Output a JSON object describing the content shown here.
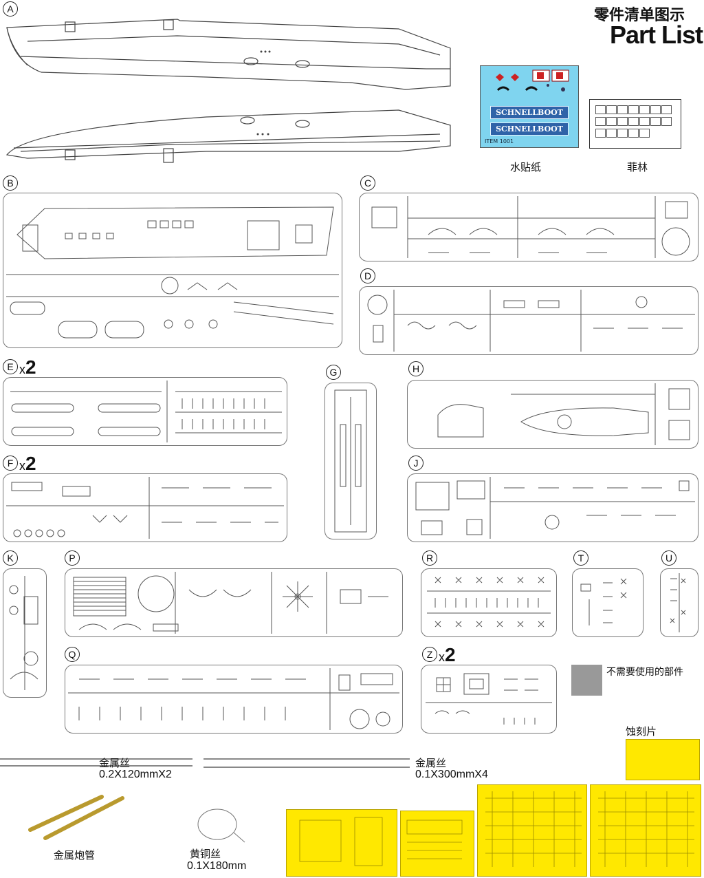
{
  "header": {
    "title_cn": "零件清单图示",
    "title_en": "Part List"
  },
  "sprues": {
    "a": "A",
    "b": "B",
    "c": "C",
    "d": "D",
    "e": "E",
    "e_mult": "2",
    "f": "F",
    "f_mult": "2",
    "g": "G",
    "h": "H",
    "j": "J",
    "k": "K",
    "p": "P",
    "q": "Q",
    "r": "R",
    "t": "T",
    "u": "U",
    "z": "Z",
    "z_mult": "2",
    "mult_prefix": "x"
  },
  "decal": {
    "label": "水贴纸",
    "band_1": "SCHNELLBOOT",
    "band_2": "SCHNELLBOOT",
    "item_code": "ITEM 1001"
  },
  "film": {
    "label": "菲林"
  },
  "legend": {
    "not_used": "不需要使用的部件"
  },
  "photo_etch": {
    "label": "蚀刻片"
  },
  "metal_wire_1": {
    "label": "金属丝",
    "spec": "0.2X120mmX2"
  },
  "metal_wire_2": {
    "label": "金属丝",
    "spec": "0.1X300mmX4"
  },
  "metal_barrel": {
    "label": "金属炮管"
  },
  "brass_wire": {
    "label": "黄铜丝",
    "spec": "0.1X180mm"
  },
  "colors": {
    "decal_bg": "#7fd4ef",
    "decal_band": "#2f63a8",
    "photo_etch": "#ffe800",
    "unused_part": "#999999"
  }
}
